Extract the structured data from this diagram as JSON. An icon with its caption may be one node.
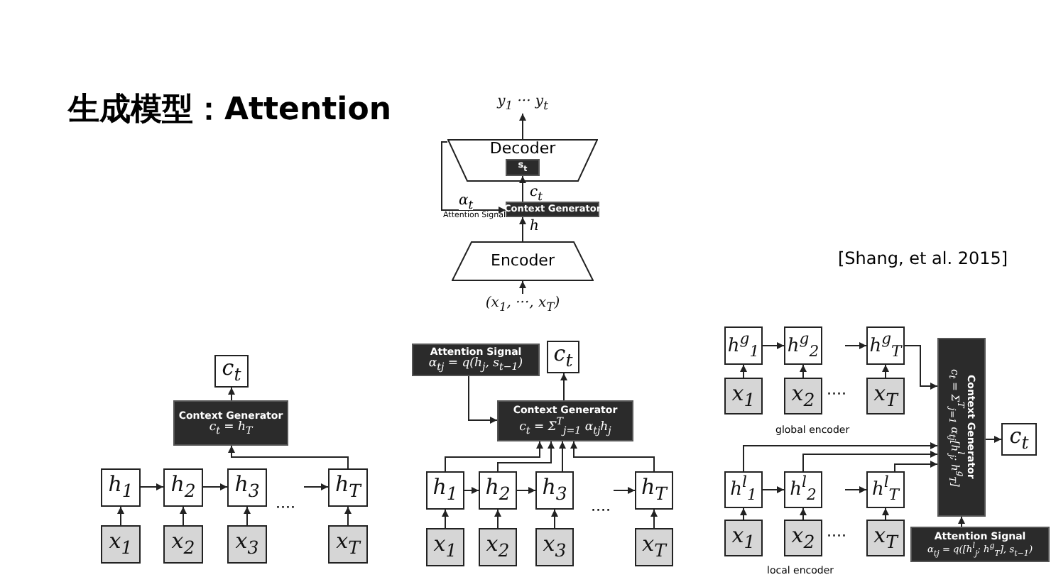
{
  "diagram": {
    "title": "生成模型：Attention",
    "nodes": [
      {
        "text": [
          "y$_{1}$ ··· y$_{t}$"
        ]
      },
      {
        "text": [
          "Decoder"
        ]
      },
      {
        "text": [
          "s$_{t}$"
        ],
        "in": 1
      },
      {
        "text": [
          "Context Generator"
        ]
      },
      {
        "text": [
          "Encoder"
        ]
      },
      {
        "text": [
          "(x$_{1}$, ···, x$_{T}$)"
        ]
      },
      {
        "text": [
          "c$_{t}$"
        ]
      },
      {
        "text": [
          "Context Generator",
          "c$_{t}$ = h$_{T}$"
        ]
      },
      {
        "text": [
          "h$_{1}$"
        ]
      },
      {
        "text": [
          "h$_{2}$"
        ]
      },
      {
        "text": [
          "h$_{3}$"
        ]
      },
      {
        "text": [
          "h$_{T}$"
        ]
      },
      {
        "text": [
          "x$_{1}$"
        ]
      },
      {
        "text": [
          "x$_{2}$"
        ]
      },
      {
        "text": [
          "x$_{3}$"
        ]
      },
      {
        "text": [
          "x$_{T}$"
        ]
      },
      {
        "text": [
          "Attention Signal",
          "α$_{tj}$ = q(h$_{j}$, s$_{t−1}$)"
        ]
      },
      {
        "text": [
          "c$_{t}$"
        ]
      },
      {
        "text": [
          "Context Generator",
          "c$_{t}$ = Σ$^{T}$$_{j=1}$ α$_{tj}$h$_{j}$"
        ]
      },
      {
        "text": [
          "h$_{1}$"
        ]
      },
      {
        "text": [
          "h$_{2}$"
        ]
      },
      {
        "text": [
          "h$_{3}$"
        ]
      },
      {
        "text": [
          "h$_{T}$"
        ]
      },
      {
        "text": [
          "x$_{1}$"
        ]
      },
      {
        "text": [
          "x$_{2}$"
        ]
      },
      {
        "text": [
          "x$_{3}$"
        ]
      },
      {
        "text": [
          "x$_{T}$"
        ]
      },
      {
        "text": [
          "h$^{g}$$_{1}$"
        ]
      },
      {
        "text": [
          "h$^{g}$$_{2}$"
        ]
      },
      {
        "text": [
          "h$^{g}$$_{T}$"
        ]
      },
      {
        "text": [
          "x$_{1}$"
        ]
      },
      {
        "text": [
          "x$_{2}$"
        ]
      },
      {
        "text": [
          "x$_{T}$"
        ]
      },
      {
        "text": [
          "Context Generator",
          "c$_{t}$ = Σ$^{T}$$_{j=1}$ α$_{tj}$[h$^{l}$$_{j}$; h$^{g}$$_{T}$]"
        ]
      },
      {
        "text": [
          "c$_{t}$"
        ]
      },
      {
        "text": [
          "h$^{l}$$_{1}$"
        ]
      },
      {
        "text": [
          "h$^{l}$$_{2}$"
        ]
      },
      {
        "text": [
          "h$^{l}$$_{T}$"
        ]
      },
      {
        "text": [
          "x$_{1}$"
        ]
      },
      {
        "text": [
          "x$_{2}$"
        ]
      },
      {
        "text": [
          "x$_{T}$"
        ]
      },
      {
        "text": [
          "Attention Signal",
          "α$_{tj}$ = q([h$^{l}$$_{j}$; h$^{g}$$_{T}$], s$_{t−1}$)"
        ]
      }
    ],
    "edges": [
      {
        "from": 5,
        "to": 4,
        "arrow": "to"
      },
      {
        "from": 4,
        "to": 3,
        "label": "h",
        "arrow": "to"
      },
      {
        "from": 3,
        "to": 2,
        "label": "c$_{t}$",
        "arrow": "to"
      },
      {
        "from": 1,
        "to": 0,
        "arrow": "to"
      },
      {
        "from": 1,
        "to": 3,
        "label": "α$_{t}$",
        "arrow": "to"
      },
      {
        "from": 12,
        "to": 8,
        "arrow": "to"
      },
      {
        "from": 13,
        "to": 9,
        "arrow": "to"
      },
      {
        "from": 14,
        "to": 10,
        "arrow": "to"
      },
      {
        "from": 15,
        "to": 11,
        "arrow": "to"
      },
      {
        "from": 8,
        "to": 9,
        "arrow": "to"
      },
      {
        "from": 9,
        "to": 10,
        "arrow": "to"
      },
      {
        "from": null,
        "to": 11,
        "arrow": "to"
      },
      {
        "from": 11,
        "to": 7,
        "arrow": "to"
      },
      {
        "from": 7,
        "to": 6,
        "arrow": "to"
      },
      {
        "from": 23,
        "to": 19,
        "arrow": "to"
      },
      {
        "from": 24,
        "to": 20,
        "arrow": "to"
      },
      {
        "from": 25,
        "to": 21,
        "arrow": "to"
      },
      {
        "from": 26,
        "to": 22,
        "arrow": "to"
      },
      {
        "from": 19,
        "to": 20,
        "arrow": "to"
      },
      {
        "from": 20,
        "to": 21,
        "arrow": "to"
      },
      {
        "from": null,
        "to": 22,
        "arrow": "to"
      },
      {
        "from": 19,
        "to": 18,
        "arrow": "to"
      },
      {
        "from": 20,
        "to": 18,
        "arrow": "to"
      },
      {
        "from": 21,
        "to": 18,
        "arrow": "to"
      },
      {
        "from": 22,
        "to": 18,
        "arrow": "to"
      },
      {
        "from": 16,
        "to": 18,
        "arrow": "to"
      },
      {
        "from": 18,
        "to": 17,
        "arrow": "to"
      },
      {
        "from": 30,
        "to": 27,
        "arrow": "to"
      },
      {
        "from": 31,
        "to": 28,
        "arrow": "to"
      },
      {
        "from": 32,
        "to": 29,
        "arrow": "to"
      },
      {
        "from": 27,
        "to": 28,
        "arrow": "to"
      },
      {
        "from": null,
        "to": 29,
        "arrow": "to"
      },
      {
        "from": 29,
        "to": 33,
        "arrow": "to"
      },
      {
        "from": 38,
        "to": 35,
        "arrow": "to"
      },
      {
        "from": 39,
        "to": 36,
        "arrow": "to"
      },
      {
        "from": 40,
        "to": 37,
        "arrow": "to"
      },
      {
        "from": 35,
        "to": 36,
        "arrow": "to"
      },
      {
        "from": null,
        "to": 37,
        "arrow": "to"
      },
      {
        "from": 35,
        "to": 33,
        "arrow": "to"
      },
      {
        "from": 36,
        "to": 33,
        "arrow": "to"
      },
      {
        "from": 37,
        "to": 33,
        "arrow": "to"
      },
      {
        "from": 41,
        "to": 33,
        "arrow": "to"
      },
      {
        "from": 33,
        "to": 34,
        "arrow": "to"
      }
    ],
    "labels": [
      "Attention Signal",
      "[Shang, et al. 2015]",
      "····",
      "····",
      "····",
      "global encoder",
      "····",
      "local encoder"
    ]
  }
}
